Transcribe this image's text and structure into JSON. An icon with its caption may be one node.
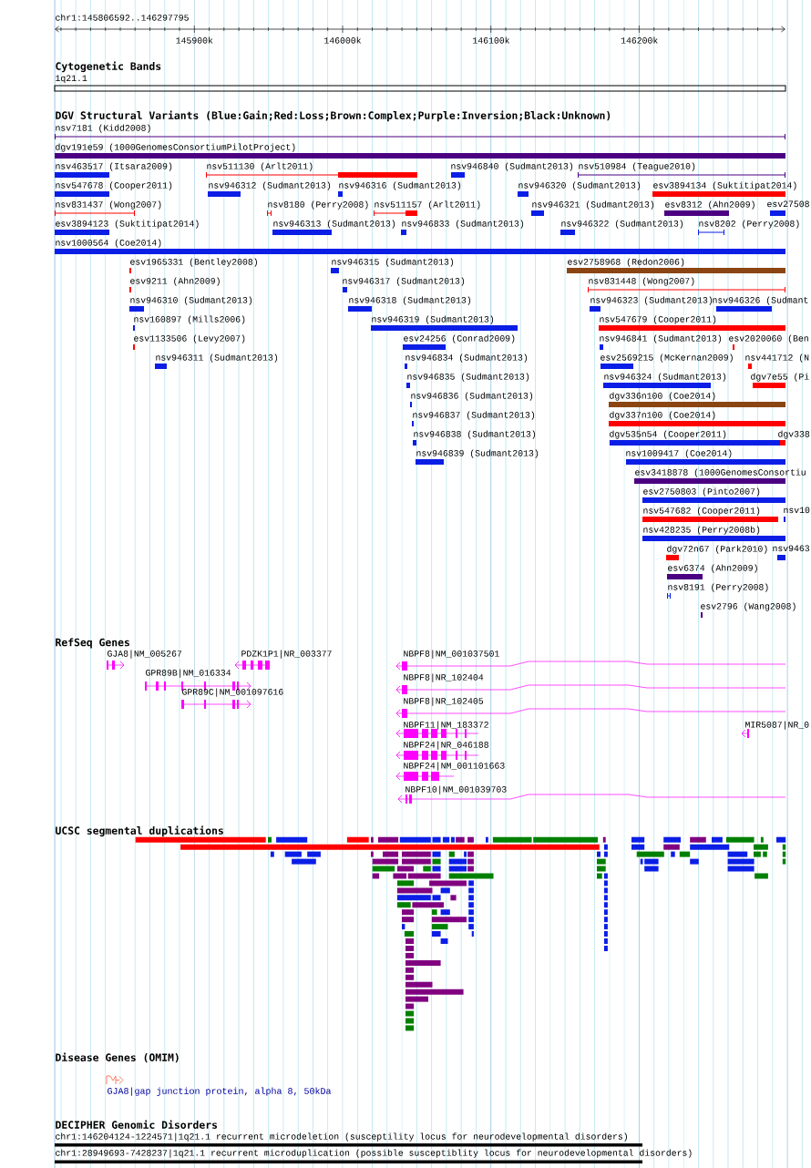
{
  "diagram": {
    "labels": [
      "chr1:145806592..146297795",
      "145900k",
      "146000k",
      "146100k",
      "146200k",
      "Cytogenetic Bands",
      "1q21.1",
      "DGV Structural Variants (Blue:Gain;Red:Loss;Brown:Complex;Purple:Inversion;Black:Unknown)",
      "nsv7181 (Kidd2008)",
      "dgv191e59 (1000GenomesConsortiumPilotProject)",
      "nsv463517 (Itsara2009)",
      "nsv511130 (Arlt2011)",
      "nsv946840 (Sudmant2013)",
      "nsv510984 (Teague2010)",
      "nsv547678 (Cooper2011)",
      "nsv946312 (Sudmant2013)",
      "nsv946316 (Sudmant2013)",
      "nsv946320 (Sudmant2013)",
      "esv3894134 (Suktitipat2014)",
      "nsv831437 (Wong2007)",
      "nsv8180 (Perry2008)",
      "nsv511157 (Arlt2011)",
      "nsv946321 (Sudmant2013)",
      "esv8312 (Ahn2009)",
      "esv27508",
      "esv3894123 (Suktitipat2014)",
      "nsv946313 (Sudmant2013)",
      "nsv946833 (Sudmant2013)",
      "nsv946322 (Sudmant2013)",
      "nsv8202 (Perry2008)",
      "nsv1000564 (Coe2014)",
      "esv1965331 (Bentley2008)",
      "nsv946315 (Sudmant2013)",
      "esv2758968 (Redon2006)",
      "esv9211 (Ahn2009)",
      "nsv946317 (Sudmant2013)",
      "nsv831448 (Wong2007)",
      "nsv946310 (Sudmant2013)",
      "nsv946318 (Sudmant2013)",
      "nsv946323 (Sudmant2013)",
      "nsv946326 (Sudmant",
      "nsv160897 (Mills2006)",
      "nsv946319 (Sudmant2013)",
      "nsv547679 (Cooper2011)",
      "esv1133506 (Levy2007)",
      "esv24256 (Conrad2009)",
      "nsv946841 (Sudmant2013)",
      "esv2020060 (Ben",
      "nsv946311 (Sudmant2013)",
      "nsv946834 (Sudmant2013)",
      "esv2569215 (McKernan2009)",
      "nsv441712 (N",
      "nsv946835 (Sudmant2013)",
      "nsv946324 (Sudmant2013)",
      "dgv7e55 (Pi",
      "nsv946836 (Sudmant2013)",
      "dgv336n100 (Coe2014)",
      "nsv946837 (Sudmant2013)",
      "dgv337n100 (Coe2014)",
      "nsv946838 (Sudmant2013)",
      "dgv535n54 (Cooper2011)",
      "dgv338",
      "nsv946839 (Sudmant2013)",
      "nsv1009417 (Coe2014)",
      "esv3418878 (1000GenomesConsortiu",
      "esv2750803 (Pinto2007)",
      "nsv547682 (Cooper2011)",
      "nsv10",
      "nsv428235 (Perry2008b)",
      "dgv72n67 (Park2010)",
      "nsv9463",
      "esv6374 (Ahn2009)",
      "nsv8191 (Perry2008)",
      "esv2796 (Wang2008)",
      "RefSeq Genes",
      "GJA8|NM_005267",
      "PDZK1P1|NR_003377",
      "NBPF8|NM_001037501",
      "GPR89B|NM_016334",
      "NBPF8|NR_102404",
      "GPR89C|NM_001097616",
      "NBPF8|NR_102405",
      "NBPF11|NM_183372",
      "MIR5087|NR_0",
      "NBPF24|NR_046188",
      "NBPF24|NM_001101663",
      "NBPF10|NM_001039703",
      "UCSC segmental duplications",
      "Disease Genes (OMIM)",
      "GJA8|gap junction protein, alpha 8, 50kDa",
      "DECIPHER Genomic Disorders",
      "chr1:146204124-1224571|1q21.1 recurrent microdeletion (susceptility locus for neurodevelopmental disorders)",
      "chr1:28949693-7428237|1q21.1 recurrent microduplication (possible susceptiblity locus for neurodevelopmental disorders)"
    ]
  }
}
